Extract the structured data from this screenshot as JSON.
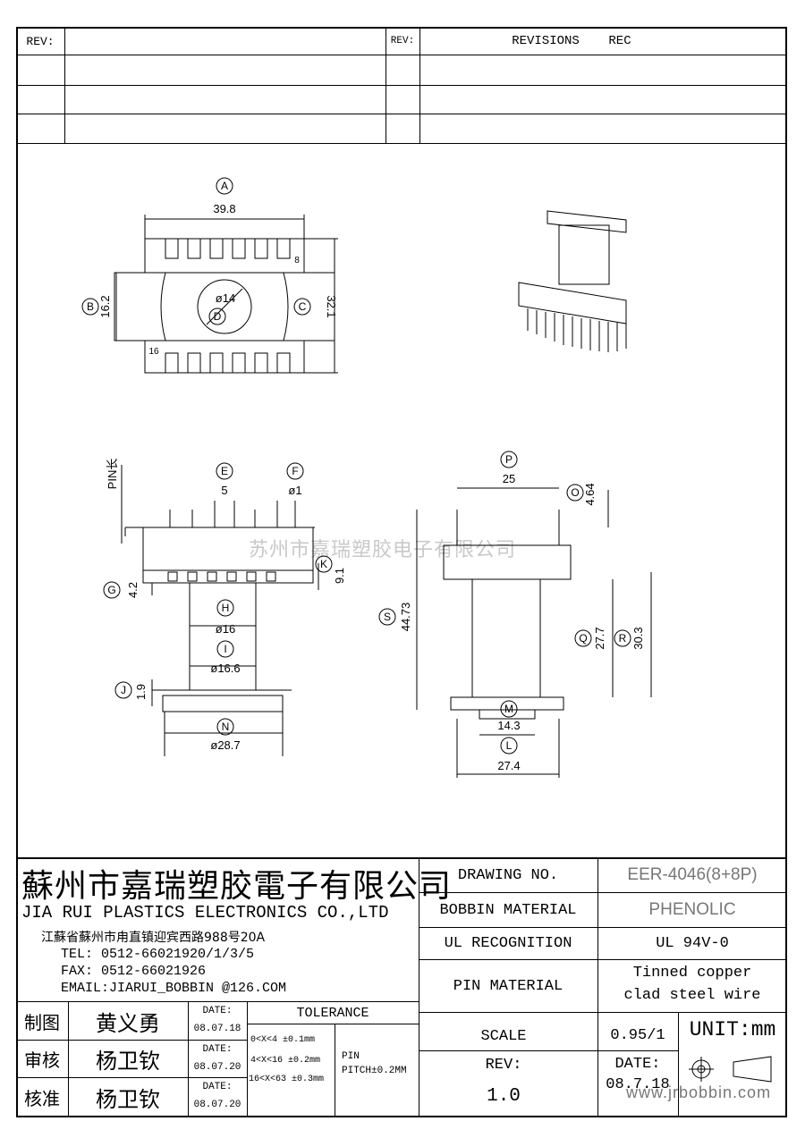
{
  "revision_table": {
    "rev_label_left": "REV:",
    "rev_label_right": "REV:",
    "revisions_label": "REVISIONS",
    "rec_label": "REC"
  },
  "watermark": "苏州市嘉瑞塑胶电子有限公司",
  "drawing": {
    "dims": {
      "A": "39.8",
      "B": "16.2",
      "C": "32.1",
      "D": "ø14",
      "E": "5",
      "F": "ø1",
      "G": "4.2",
      "H": "ø16",
      "I": "ø16.6",
      "J": "1.9",
      "K": "9.1",
      "N": "ø28.7",
      "P": "25",
      "O": "4.64",
      "S": "44.73",
      "Q": "27.7",
      "R": "30.3",
      "M": "14.3",
      "L": "27.4"
    },
    "pin_label": "PIN长",
    "pin_count_top": "8",
    "pin_count_bottom": "16"
  },
  "company": {
    "name_cn": "蘇州市嘉瑞塑胶電子有限公司",
    "name_en": "JIA RUI PLASTICS ELECTRONICS CO.,LTD",
    "address": "江蘇省蘇州市甪直镇迎宾西路988号20A",
    "tel": "TEL: 0512-66021920/1/3/5",
    "fax": "FAX: 0512-66021926",
    "email": "EMAIL:JIARUI_BOBBIN @126.COM"
  },
  "specs": {
    "drawing_no_label": "DRAWING  NO.",
    "drawing_no_value": "EER-4046(8+8P)",
    "bobbin_material_label": "BOBBIN  MATERIAL",
    "bobbin_material_value": "PHENOLIC",
    "ul_label": "UL RECOGNITION",
    "ul_value": "UL 94V-0",
    "pin_material_label": "PIN MATERIAL",
    "pin_material_value_1": "Tinned copper",
    "pin_material_value_2": "clad steel wire",
    "scale_label": "SCALE",
    "scale_value": "0.95/1",
    "unit_label": "UNIT:mm",
    "rev_label": "REV:",
    "rev_value": "1.0",
    "date_label": "DATE:",
    "date_value": "08.7.18",
    "website": "www.jrbobbin.com"
  },
  "signoff": {
    "rows": [
      {
        "role": "制图",
        "name": "黄义勇",
        "date_label": "DATE:",
        "date": "08.07.18"
      },
      {
        "role": "审核",
        "name": "杨卫钦",
        "date_label": "DATE:",
        "date": "08.07.20"
      },
      {
        "role": "核准",
        "name": "杨卫钦",
        "date_label": "DATE:",
        "date": "08.07.20"
      }
    ],
    "tolerance_label": "TOLERANCE",
    "tolerances": [
      "0<X<4  ±0.1mm",
      "4<X<16 ±0.2mm",
      "16<X<63 ±0.3mm"
    ],
    "pin_label": "PIN",
    "pin_pitch": "PITCH±0.2MM"
  }
}
